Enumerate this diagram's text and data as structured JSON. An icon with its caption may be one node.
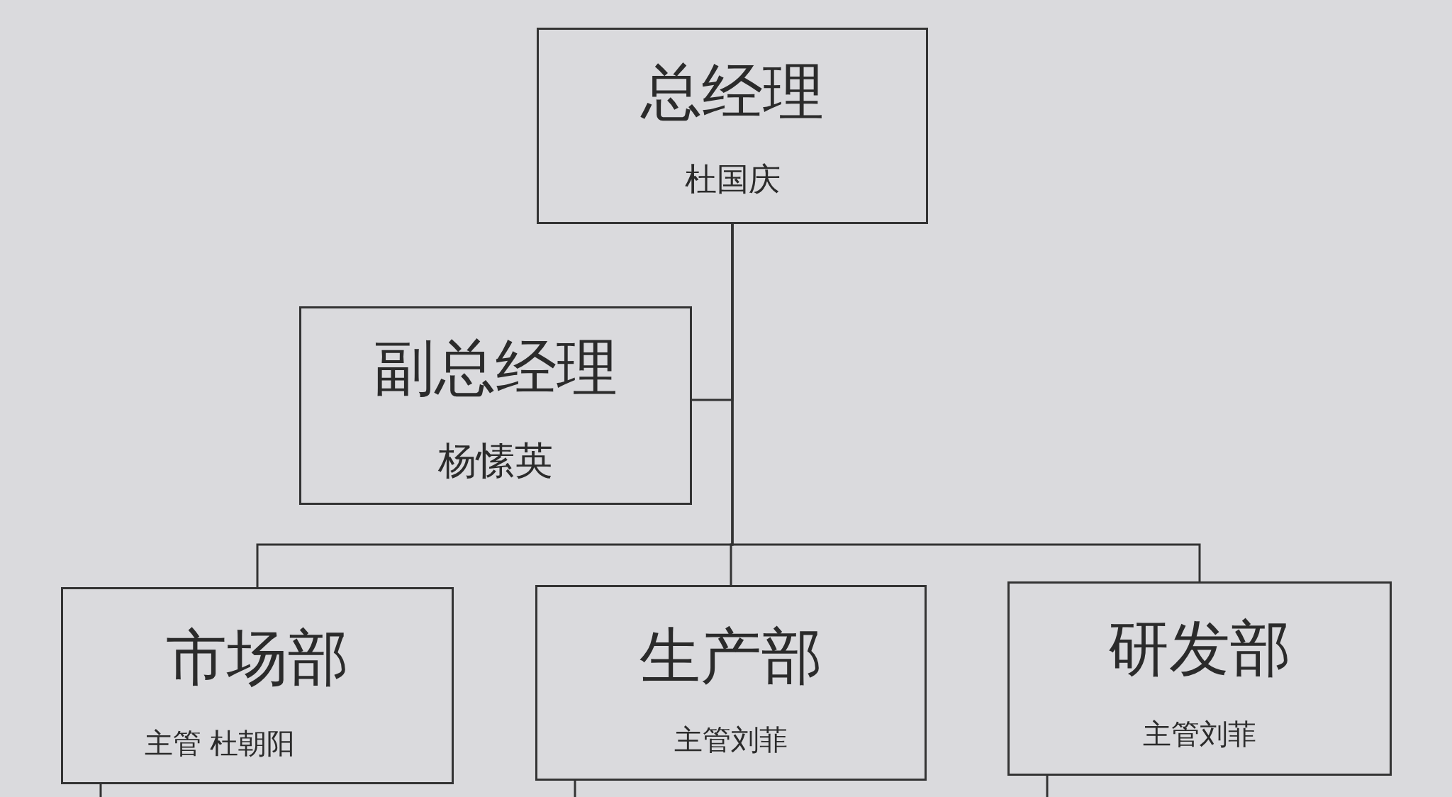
{
  "diagram": {
    "nodes": [
      {
        "text": [
          "总经理",
          "杜国庆"
        ]
      },
      {
        "text": [
          "副总经理",
          "杨愫英"
        ]
      },
      {
        "text": [
          "市场部",
          "主管 杜朝阳"
        ]
      },
      {
        "text": [
          "生产部",
          "主管刘菲"
        ]
      },
      {
        "text": [
          "研发部",
          "主管刘菲"
        ]
      }
    ],
    "edges": [
      {
        "from": 0,
        "to": 1,
        "arrow": "none"
      },
      {
        "from": 0,
        "to": 2,
        "arrow": "none"
      },
      {
        "from": 0,
        "to": 3,
        "arrow": "none"
      },
      {
        "from": 0,
        "to": 4,
        "arrow": "none"
      },
      {
        "from": 2,
        "to": null,
        "arrow": "none"
      },
      {
        "from": 3,
        "to": null,
        "arrow": "none"
      },
      {
        "from": 4,
        "to": null,
        "arrow": "none"
      }
    ]
  }
}
